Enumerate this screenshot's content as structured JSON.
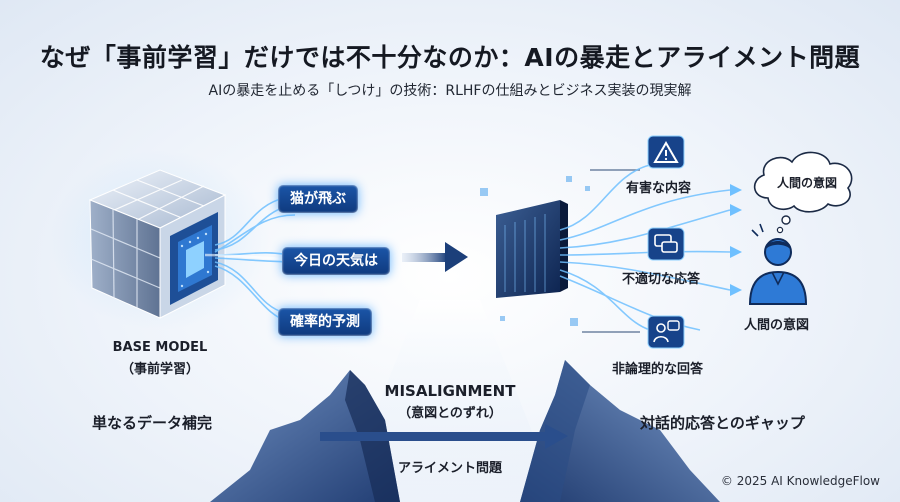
{
  "header": {
    "title": "なぜ「事前学習」だけでは不十分なのか：AIの暴走とアライメント問題",
    "subtitle": "AIの暴走を止める「しつけ」の技術：RLHFの仕組みとビジネス実装の現実解"
  },
  "left": {
    "pills": [
      "猫が飛ぶ",
      "今日の天気は",
      "確率的予測"
    ],
    "model_label": "BASE MODEL",
    "model_sublabel": "（事前学習）",
    "caption": "単なるデータ補完"
  },
  "center": {
    "misalignment_label": "MISALIGNMENT",
    "misalignment_sublabel": "（意図とのずれ）",
    "bottom_label": "アライメント問題"
  },
  "right": {
    "outputs": [
      "有害な内容",
      "不適切な応答",
      "非論理的な回答"
    ],
    "thought_bubble": "人間の意図",
    "person_label": "人間の意図",
    "caption": "対話的応答とのギャップ"
  },
  "footer": {
    "copyright": "© 2025 AI KnowledgeFlow"
  },
  "colors": {
    "accent": "#1b56a8",
    "glow": "#5ab4ff",
    "dark": "#0f3a7e"
  }
}
